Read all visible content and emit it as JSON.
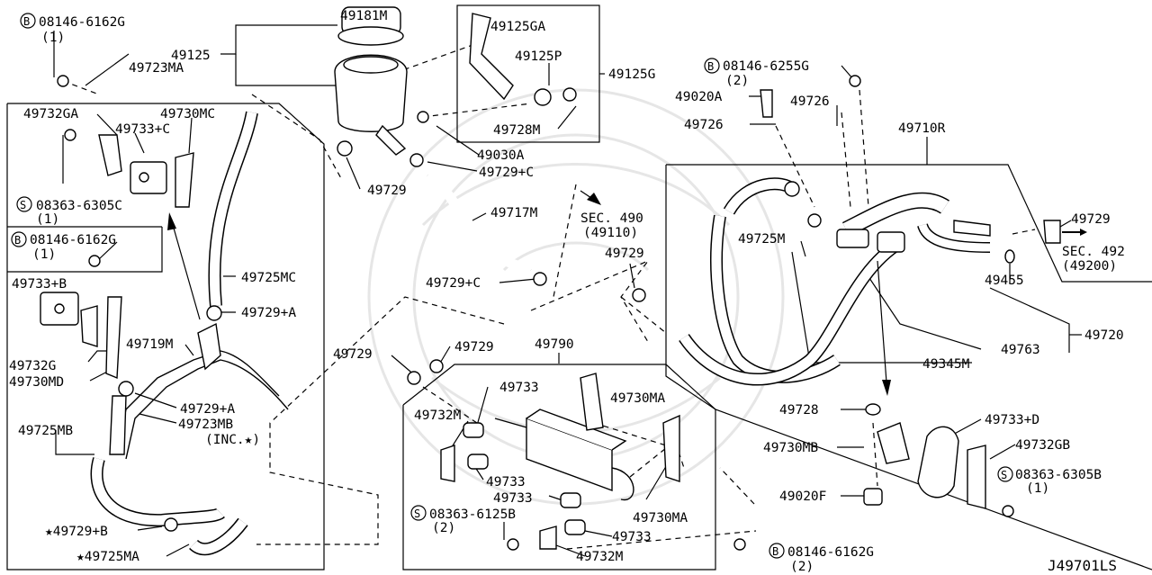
{
  "diagram_id": "J49701LS",
  "callouts": {
    "c49125": "49125",
    "c49181M": "49181M",
    "c49125GA": "49125GA",
    "c49125P": "49125P",
    "c49125G": "49125G",
    "c49728M": "49728M",
    "c49030A": "49030A",
    "c49729C_top": "49729+C",
    "c49729_res": "49729",
    "c49717M": "49717M",
    "c49729C_mid": "49729+C",
    "c49723MA": "49723MA",
    "c49732GA": "49732GA",
    "c49733C": "49733+C",
    "c49730MC": "49730MC",
    "c49725MC": "49725MC",
    "c49729A_top": "49729+A",
    "c49733B": "49733+B",
    "c49732G": "49732G",
    "c49730MD": "49730MD",
    "c49719M": "49719M",
    "c49729A_low": "49729+A",
    "c49723MB": "49723MB",
    "c49723MB_note": "(INC.★)",
    "c49725MB": "49725MB",
    "c49729B": "★49729+B",
    "c49725MA": "★49725MA",
    "c49729_a": "49729",
    "c49729_b": "49729",
    "c49790": "49790",
    "c49733_a": "49733",
    "c49730MA_a": "49730MA",
    "c49732M_a": "49732M",
    "c49733_b": "49733",
    "c49733_c": "49733",
    "c49730MA_b": "49730MA",
    "c49733_d": "49733",
    "c49732M_b": "49732M",
    "c49729_mid": "49729",
    "c49020A": "49020A",
    "c49726_a": "49726",
    "c49726_b": "49726",
    "c49710R": "49710R",
    "c49725M": "49725M",
    "c49729_right": "49729",
    "c49455": "49455",
    "c49720": "49720",
    "c49763": "49763",
    "c49345M": "49345M",
    "c49728": "49728",
    "c49733D": "49733+D",
    "c49730MB": "49730MB",
    "c49732GB": "49732GB",
    "c49020F": "49020F"
  },
  "sec_refs": {
    "sec490": "SEC. 490",
    "sec490_sub": "(49110)",
    "sec492": "SEC. 492",
    "sec492_sub": "(49200)"
  },
  "fasteners": {
    "b1": "08146-6162G",
    "b1q": "(1)",
    "b2": "08146-6162G",
    "b2q": "(1)",
    "b3": "08146-6255G",
    "b3q": "(2)",
    "b4": "08146-6162G",
    "b4q": "(2)",
    "s1": "08363-6305C",
    "s1q": "(1)",
    "s2": "08363-6125B",
    "s2q": "(2)",
    "s3": "08363-6305B",
    "s3q": "(1)",
    "b_prefix": "B",
    "s_prefix": "S"
  }
}
